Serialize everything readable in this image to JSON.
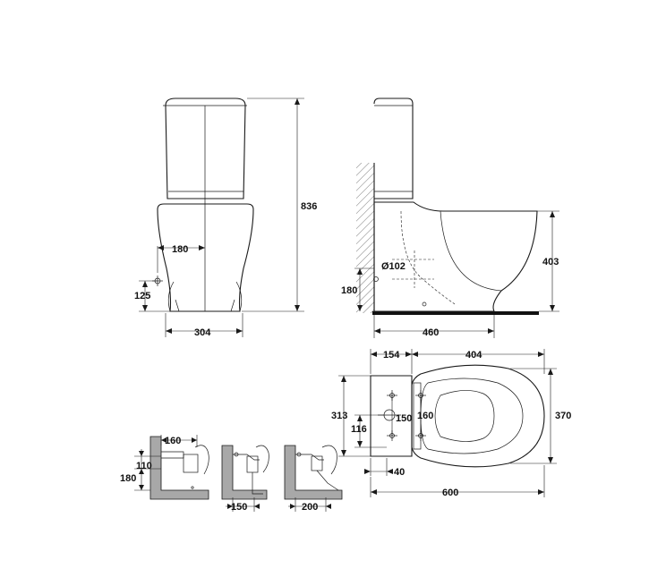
{
  "front_view": {
    "height_label": "836",
    "outlet_offset_label": "180",
    "outlet_height_label": "125",
    "base_width_label": "304"
  },
  "side_view": {
    "outlet_diameter_label": "Ø102",
    "seat_height_label": "403",
    "outlet_height_label": "180",
    "depth_label": "460"
  },
  "top_view": {
    "tank_depth_label": "154",
    "bowl_length_label": "404",
    "tank_width_label": "313",
    "hole_spacing_label": "150",
    "seat_spacing_label": "160",
    "width_label": "370",
    "hole_offset_label": "116",
    "wall_gap_label": "40",
    "overall_length_label": "600"
  },
  "connection_details": {
    "detail_1_depth_label": "160",
    "detail_1_pipe_label": "110",
    "detail_1_height_label": "180",
    "detail_2_offset_label": "150",
    "detail_3_offset_label": "200"
  }
}
